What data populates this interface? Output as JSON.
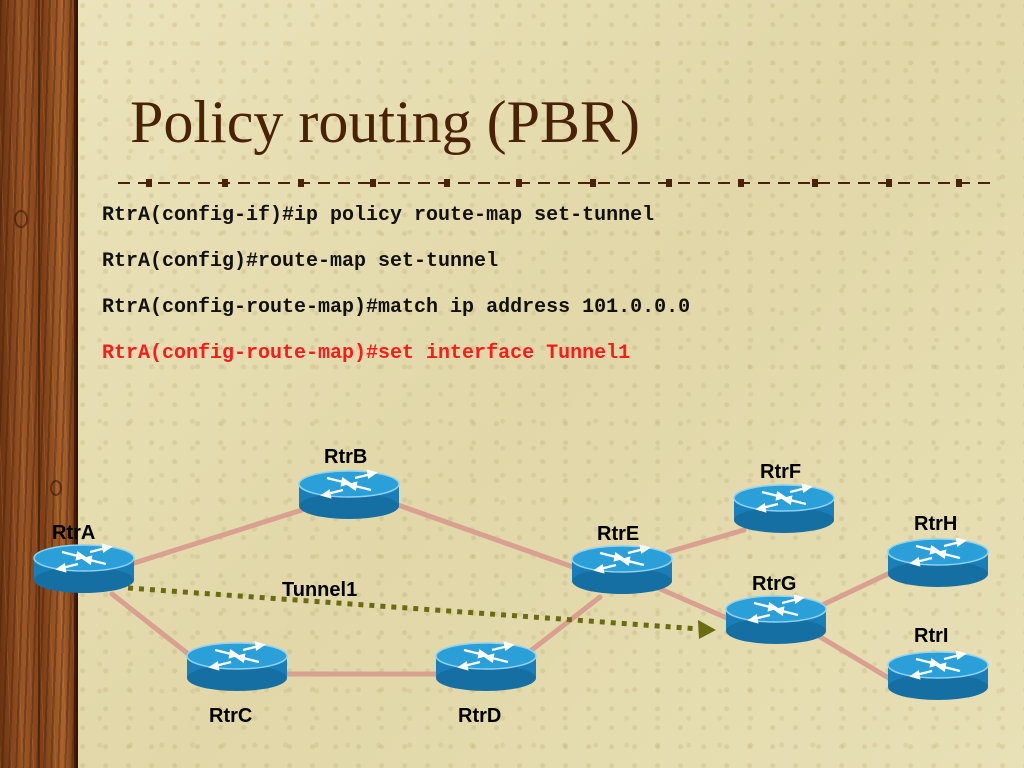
{
  "slide": {
    "title": "Policy routing (PBR)",
    "commands": [
      {
        "text": "RtrA(config-if)#ip policy route-map set-tunnel",
        "highlight": false
      },
      {
        "text": "RtrA(config)#route-map set-tunnel",
        "highlight": false
      },
      {
        "text": "RtrA(config-route-map)#match ip address 101.0.0.0",
        "highlight": false
      },
      {
        "text": "RtrA(config-route-map)#set interface Tunnel1",
        "highlight": true
      }
    ]
  },
  "diagram": {
    "routers": {
      "rtrA": "RtrA",
      "rtrB": "RtrB",
      "rtrC": "RtrC",
      "rtrD": "RtrD",
      "rtrE": "RtrE",
      "rtrF": "RtrF",
      "rtrG": "RtrG",
      "rtrH": "RtrH",
      "rtrI": "RtrI"
    },
    "tunnel_label": "Tunnel1"
  },
  "colors": {
    "title": "#4a2306",
    "command_text": "#111111",
    "command_highlight": "#ff1a1a",
    "link": "#d9a090",
    "tunnel": "#6b6b12",
    "router_top": "#2a9fd8",
    "router_side": "#1a7fb8"
  }
}
